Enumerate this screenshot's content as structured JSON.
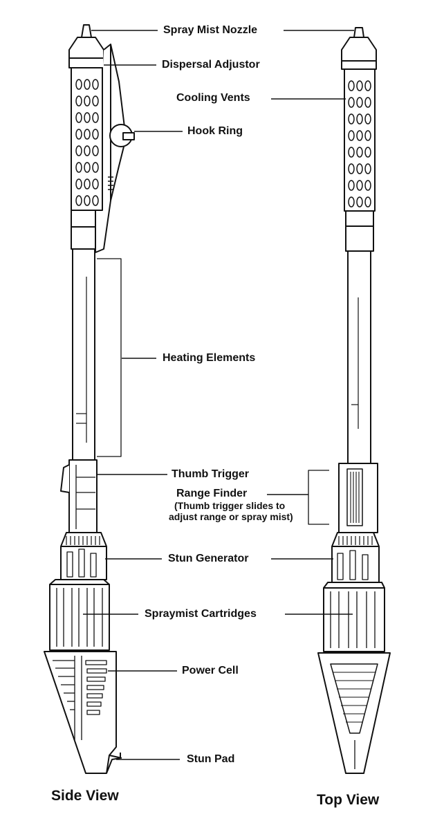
{
  "labels": {
    "spray_mist_nozzle": "Spray Mist Nozzle",
    "dispersal_adjustor": "Dispersal Adjustor",
    "cooling_vents": "Cooling Vents",
    "hook_ring": "Hook Ring",
    "heating_elements": "Heating Elements",
    "thumb_trigger": "Thumb Trigger",
    "range_finder": "Range Finder",
    "range_finder_note_1": "(Thumb trigger slides to",
    "range_finder_note_2": "adjust range or spray mist)",
    "stun_generator": "Stun Generator",
    "spraymist_cartridges": "Spraymist Cartridges",
    "power_cell": "Power Cell",
    "stun_pad": "Stun Pad"
  },
  "views": {
    "side": "Side View",
    "top": "Top View"
  },
  "colors": {
    "ink": "#111111",
    "paper": "#ffffff"
  }
}
